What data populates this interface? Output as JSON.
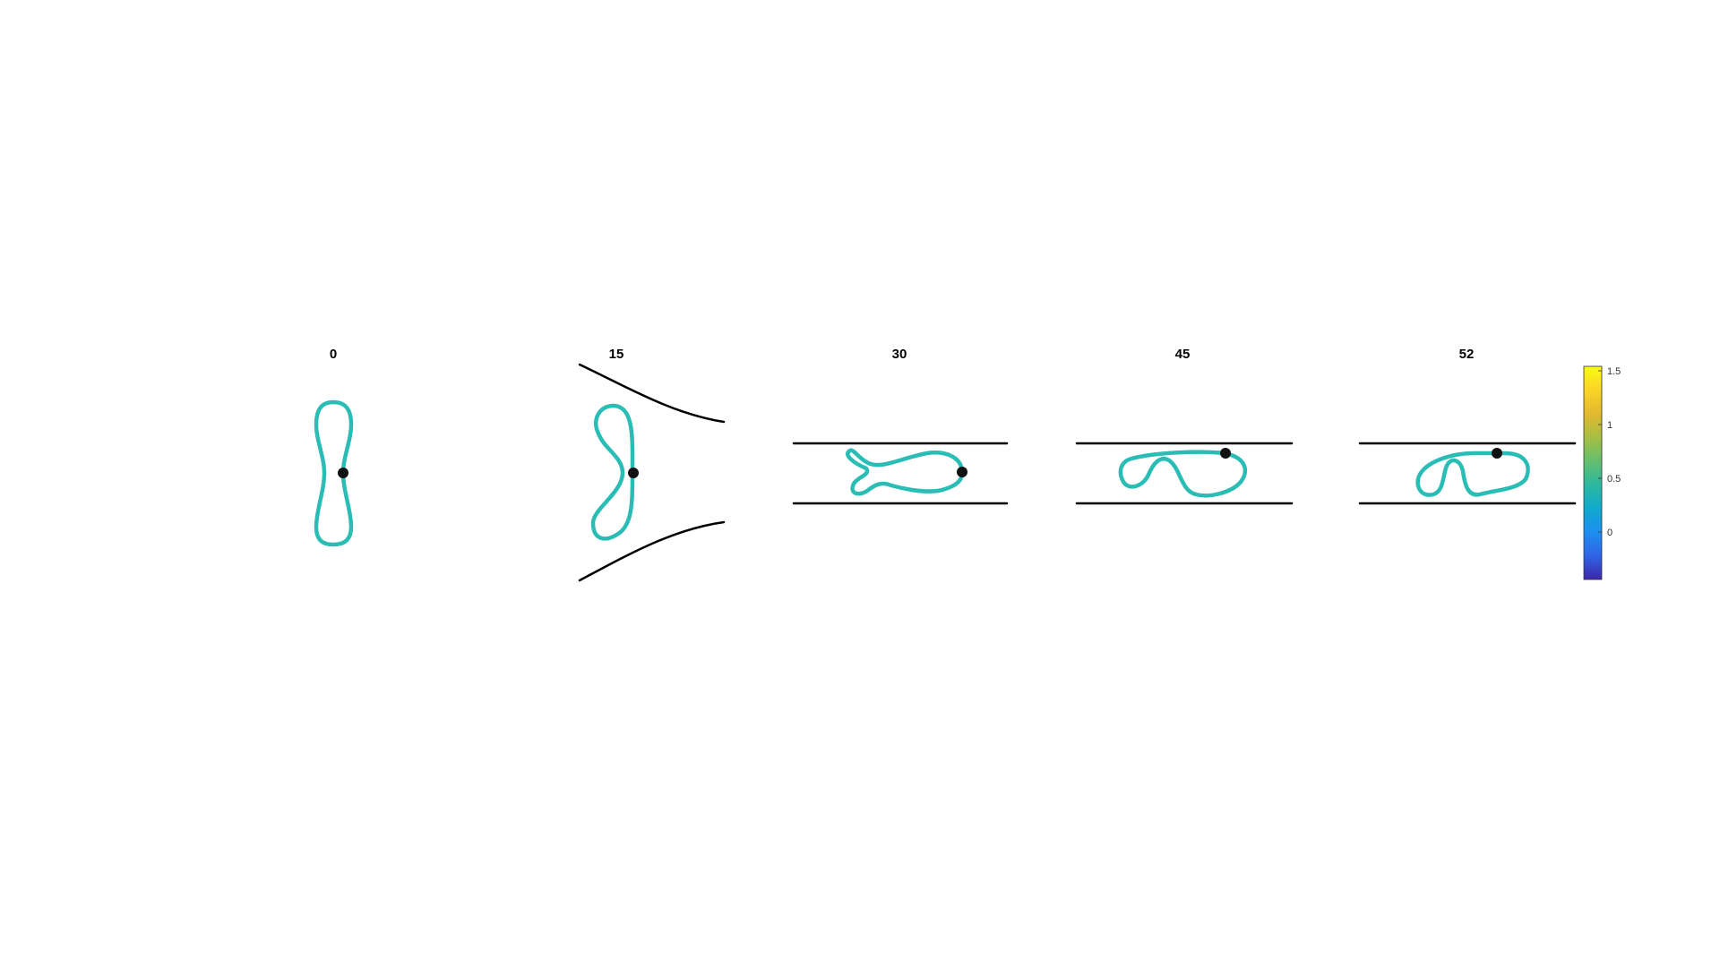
{
  "panels": [
    {
      "title": "0"
    },
    {
      "title": "15"
    },
    {
      "title": "30"
    },
    {
      "title": "45"
    },
    {
      "title": "52"
    }
  ],
  "colorbar": {
    "ticks": [
      "1.5",
      "1",
      "0.5",
      "0"
    ],
    "colormap": [
      "#3e26a8",
      "#2f64e7",
      "#1d8ef0",
      "#0fa9cd",
      "#2cb8a0",
      "#64bf6e",
      "#a6bf43",
      "#e2b92e",
      "#fbd427",
      "#f9fb15"
    ]
  },
  "colors": {
    "cell": "#2abdb5",
    "wall": "#000000",
    "marker": "#111111"
  }
}
